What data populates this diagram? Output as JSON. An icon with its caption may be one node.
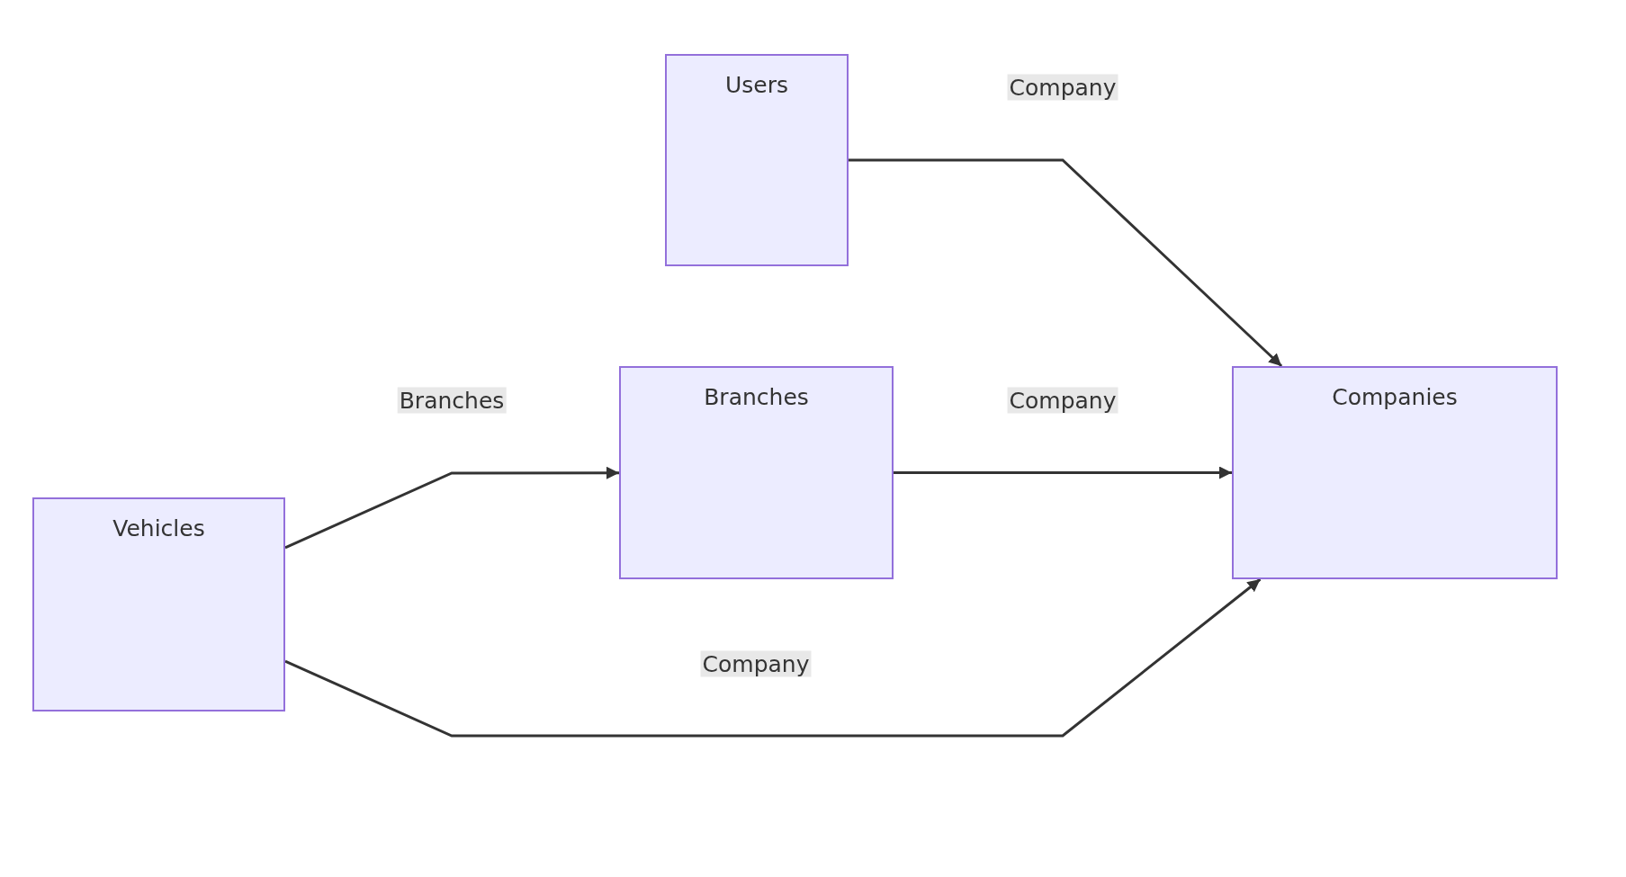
{
  "diagram": {
    "nodes": [
      {
        "text": [
          "Users"
        ]
      },
      {
        "text": [
          "Branches"
        ]
      },
      {
        "text": [
          "Companies"
        ]
      },
      {
        "text": [
          "Vehicles"
        ]
      }
    ],
    "edges": [
      {
        "from": 0,
        "to": 2,
        "arrow": "to",
        "label": "Company"
      },
      {
        "from": 3,
        "to": 1,
        "arrow": "to",
        "label": "Branches"
      },
      {
        "from": 1,
        "to": 2,
        "arrow": "to",
        "label": "Company"
      },
      {
        "from": 3,
        "to": 2,
        "arrow": "to",
        "label": "Company"
      }
    ]
  }
}
